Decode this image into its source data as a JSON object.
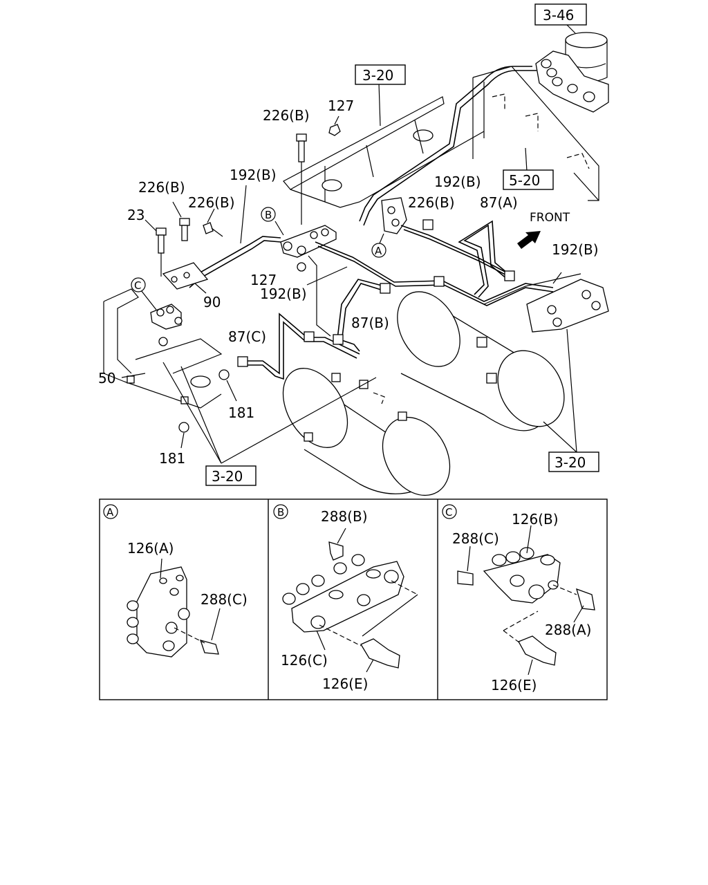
{
  "main": {
    "labels": {
      "ref_3_46": "3-46",
      "ref_3_20_top": "3-20",
      "ref_5_20": "5-20",
      "ref_3_20_bottom_left": "3-20",
      "ref_3_20_bottom_right": "3-20",
      "p127_top": "127",
      "p226b_top": "226(B)",
      "p192b_left": "192(B)",
      "p192b_center": "192(B)",
      "p226b_mid_left": "226(B)",
      "p226b_mid": "226(B)",
      "p23": "23",
      "p226b_right": "226(B)",
      "p87a": "87(A)",
      "front": "FRONT",
      "p192b_right": "192(B)",
      "p127_mid": "127",
      "p192b_lower": "192(B)",
      "p90": "90",
      "p87b": "87(B)",
      "p87c": "87(C)",
      "p50": "50",
      "p181_right": "181",
      "p181_left": "181"
    },
    "callouts": {
      "a": "A",
      "b": "B",
      "c": "C"
    }
  },
  "details": {
    "a": {
      "marker": "A",
      "labels": [
        "126(A)",
        "288(C)"
      ]
    },
    "b": {
      "marker": "B",
      "labels": [
        "288(B)",
        "126(C)",
        "126(E)"
      ]
    },
    "c": {
      "marker": "C",
      "labels": [
        "126(B)",
        "288(C)",
        "288(A)",
        "126(E)"
      ]
    }
  }
}
